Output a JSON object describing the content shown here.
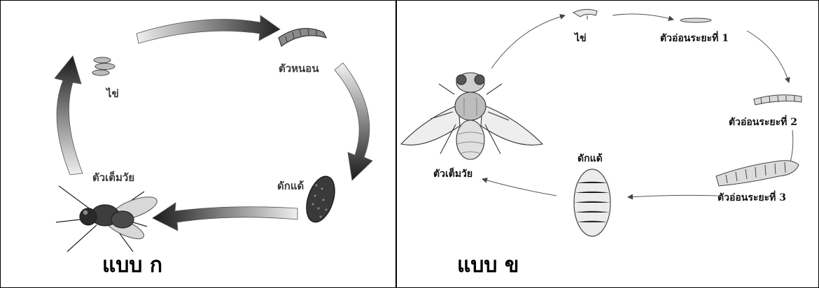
{
  "panel_a": {
    "caption": "แบบ ก",
    "labels": {
      "egg": "ไข่",
      "larva": "ตัวหนอน",
      "pupa": "ดักแด้",
      "adult": "ตัวเต็มวัย"
    }
  },
  "panel_b": {
    "caption": "แบบ ข",
    "labels": {
      "egg": "ไข่",
      "instar1": "ตัวอ่อนระยะที่ 1",
      "instar2": "ตัวอ่อนระยะที่ 2",
      "instar3": "ตัวอ่อนระยะที่ 3",
      "pupa": "ดักแด้",
      "adult": "ตัวเต็มวัย"
    }
  }
}
